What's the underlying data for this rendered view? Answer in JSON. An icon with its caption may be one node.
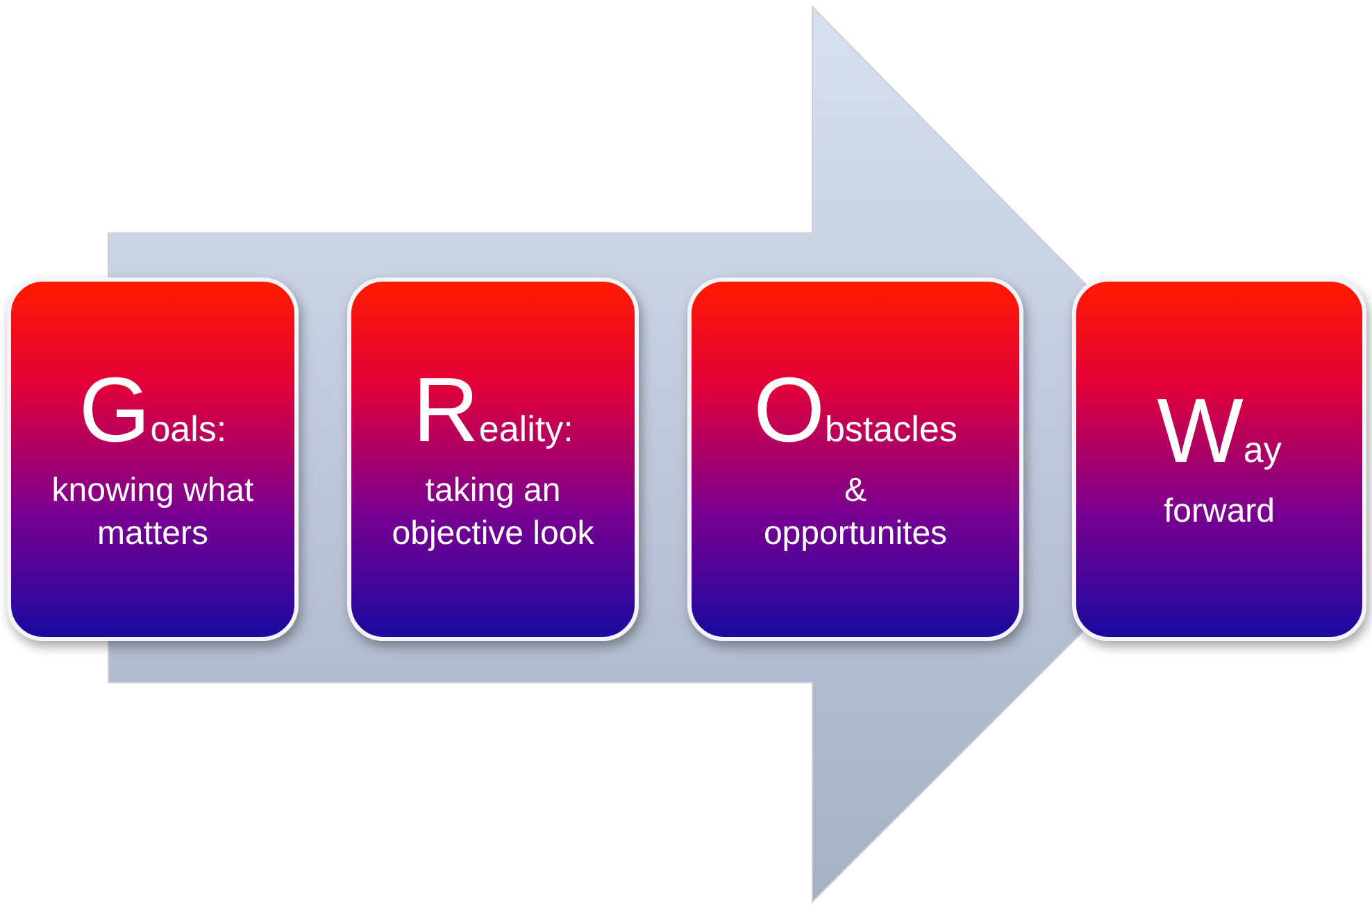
{
  "diagram": {
    "nodes": [
      {
        "text": [
          "Goals:",
          "knowing what matters"
        ]
      },
      {
        "text": [
          "Reality:",
          "taking an objective look"
        ]
      },
      {
        "text": [
          "Obstacles",
          "& opportunites"
        ]
      },
      {
        "text": [
          "Way",
          "forward"
        ]
      }
    ],
    "edges": [
      {
        "from": 0,
        "to": 3,
        "arrow": "to"
      }
    ]
  }
}
